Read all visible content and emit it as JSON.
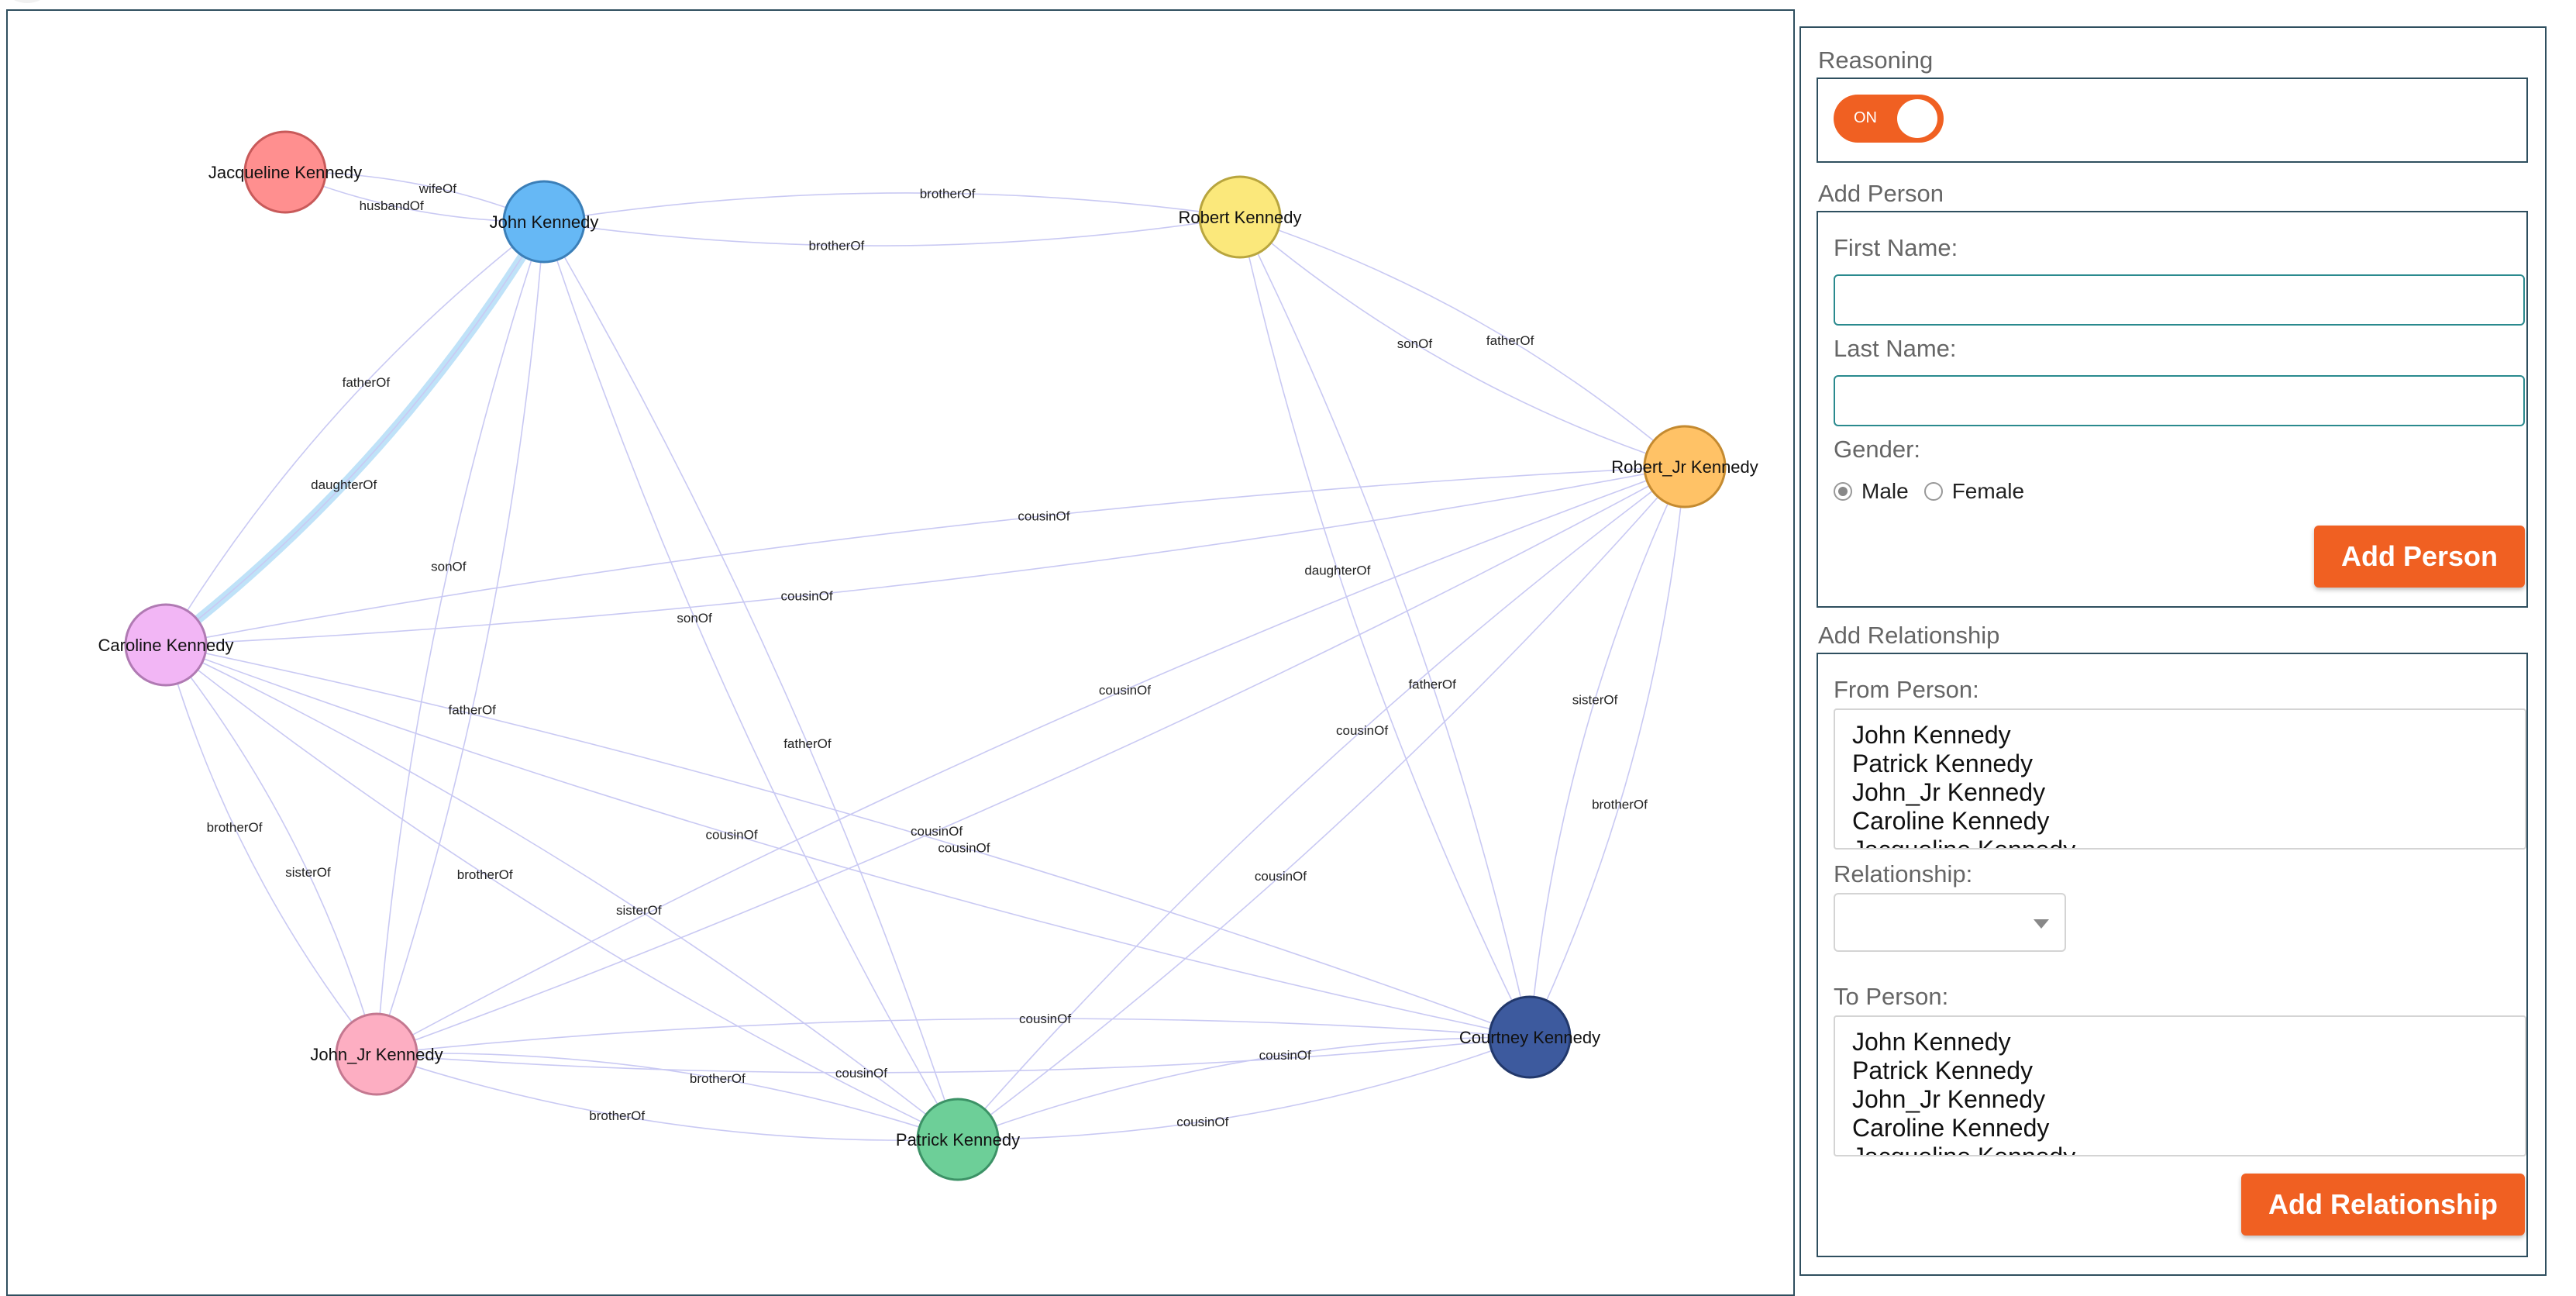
{
  "graph": {
    "nodes": [
      {
        "id": "jacqueline",
        "label": "Jacqueline Kennedy",
        "color": "#ff8f8f",
        "border": "#c85a5a"
      },
      {
        "id": "john",
        "label": "John Kennedy",
        "color": "#66b8f5",
        "border": "#3b7fb8"
      },
      {
        "id": "robert",
        "label": "Robert Kennedy",
        "color": "#fbe87b",
        "border": "#b8a53e"
      },
      {
        "id": "robert_jr",
        "label": "Robert_Jr Kennedy",
        "color": "#ffc266",
        "border": "#c48a30"
      },
      {
        "id": "caroline",
        "label": "Caroline Kennedy",
        "color": "#f2b6f5",
        "border": "#b07ab3"
      },
      {
        "id": "john_jr",
        "label": "John_Jr Kennedy",
        "color": "#fdaec2",
        "border": "#c47890"
      },
      {
        "id": "patrick",
        "label": "Patrick Kennedy",
        "color": "#6dcf98",
        "border": "#3c9266"
      },
      {
        "id": "courtney",
        "label": "Courtney Kennedy",
        "color": "#3d5a9e",
        "border": "#22386b"
      }
    ],
    "edges": [
      {
        "from": "jacqueline",
        "to": "john",
        "label": "husbandOf"
      },
      {
        "from": "jacqueline",
        "to": "john",
        "label": "wifeOf"
      },
      {
        "from": "john",
        "to": "robert",
        "label": "brotherOf"
      },
      {
        "from": "john",
        "to": "robert",
        "label": "brotherOf"
      },
      {
        "from": "robert",
        "to": "robert_jr",
        "label": "sonOf"
      },
      {
        "from": "robert",
        "to": "robert_jr",
        "label": "fatherOf"
      },
      {
        "from": "john",
        "to": "caroline",
        "label": "fatherOf"
      },
      {
        "from": "john",
        "to": "caroline",
        "label": "daughterOf",
        "highlight": true
      },
      {
        "from": "caroline",
        "to": "robert_jr",
        "label": "cousinOf"
      },
      {
        "from": "caroline",
        "to": "robert_jr",
        "label": "cousinOf"
      },
      {
        "from": "john",
        "to": "john_jr",
        "label": "sonOf"
      },
      {
        "from": "john",
        "to": "john_jr",
        "label": "fatherOf"
      },
      {
        "from": "john",
        "to": "patrick",
        "label": "sonOf"
      },
      {
        "from": "john",
        "to": "patrick",
        "label": "fatherOf"
      },
      {
        "from": "robert",
        "to": "courtney",
        "label": "daughterOf"
      },
      {
        "from": "robert",
        "to": "courtney",
        "label": "fatherOf"
      },
      {
        "from": "robert_jr",
        "to": "courtney",
        "label": "sisterOf"
      },
      {
        "from": "robert_jr",
        "to": "courtney",
        "label": "brotherOf"
      },
      {
        "from": "john_jr",
        "to": "robert_jr",
        "label": "cousinOf"
      },
      {
        "from": "john_jr",
        "to": "robert_jr",
        "label": "cousinOf"
      },
      {
        "from": "caroline",
        "to": "courtney",
        "label": "cousinOf"
      },
      {
        "from": "caroline",
        "to": "courtney",
        "label": "cousinOf"
      },
      {
        "from": "patrick",
        "to": "robert_jr",
        "label": "cousinOf"
      },
      {
        "from": "patrick",
        "to": "robert_jr",
        "label": "cousinOf"
      },
      {
        "from": "caroline",
        "to": "john_jr",
        "label": "brotherOf"
      },
      {
        "from": "caroline",
        "to": "john_jr",
        "label": "sisterOf"
      },
      {
        "from": "caroline",
        "to": "patrick",
        "label": "brotherOf"
      },
      {
        "from": "caroline",
        "to": "patrick",
        "label": "sisterOf"
      },
      {
        "from": "john_jr",
        "to": "courtney",
        "label": "cousinOf"
      },
      {
        "from": "john_jr",
        "to": "courtney",
        "label": "cousinOf"
      },
      {
        "from": "john_jr",
        "to": "patrick",
        "label": "brotherOf"
      },
      {
        "from": "john_jr",
        "to": "patrick",
        "label": "brotherOf"
      },
      {
        "from": "patrick",
        "to": "courtney",
        "label": "cousinOf"
      },
      {
        "from": "patrick",
        "to": "courtney",
        "label": "cousinOf"
      }
    ]
  },
  "sidebar": {
    "reasoning": {
      "title": "Reasoning",
      "toggle_label": "ON",
      "toggle_color": "#f06022"
    },
    "add_person": {
      "title": "Add Person",
      "first_name_label": "First Name:",
      "first_name_value": "",
      "last_name_label": "Last Name:",
      "last_name_value": "",
      "gender_label": "Gender:",
      "gender_options": [
        "Male",
        "Female"
      ],
      "gender_selected": "Male",
      "button_label": "Add Person"
    },
    "add_relationship": {
      "title": "Add Relationship",
      "from_label": "From Person:",
      "from_options": [
        "John Kennedy",
        "Patrick Kennedy",
        "John_Jr Kennedy",
        "Caroline Kennedy",
        "Jacqueline Kennedy"
      ],
      "relationship_label": "Relationship:",
      "relationship_value": "",
      "to_label": "To Person:",
      "to_options": [
        "John Kennedy",
        "Patrick Kennedy",
        "John_Jr Kennedy",
        "Caroline Kennedy",
        "Jacqueline Kennedy"
      ],
      "button_label": "Add Relationship"
    }
  }
}
